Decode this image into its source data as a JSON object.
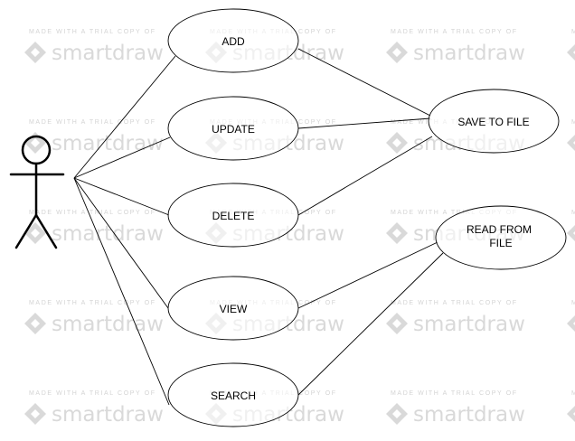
{
  "watermark": {
    "small_text": "MADE WITH A TRIAL COPY OF",
    "big_text": "smartdraw"
  },
  "diagram": {
    "type": "use-case",
    "actor": {
      "name": ""
    },
    "use_cases": [
      {
        "id": "add",
        "label": "ADD"
      },
      {
        "id": "update",
        "label": "UPDATE"
      },
      {
        "id": "delete",
        "label": "DELETE"
      },
      {
        "id": "view",
        "label": "VIEW"
      },
      {
        "id": "search",
        "label": "SEARCH"
      },
      {
        "id": "save",
        "label": "SAVE TO FILE"
      },
      {
        "id": "read",
        "label_line1": "READ FROM",
        "label_line2": "FILE"
      }
    ],
    "associations": [
      {
        "from": "actor",
        "to": "add"
      },
      {
        "from": "actor",
        "to": "update"
      },
      {
        "from": "actor",
        "to": "delete"
      },
      {
        "from": "actor",
        "to": "view"
      },
      {
        "from": "actor",
        "to": "search"
      },
      {
        "from": "add",
        "to": "save"
      },
      {
        "from": "update",
        "to": "save"
      },
      {
        "from": "delete",
        "to": "save"
      },
      {
        "from": "view",
        "to": "read"
      },
      {
        "from": "search",
        "to": "read"
      }
    ]
  }
}
